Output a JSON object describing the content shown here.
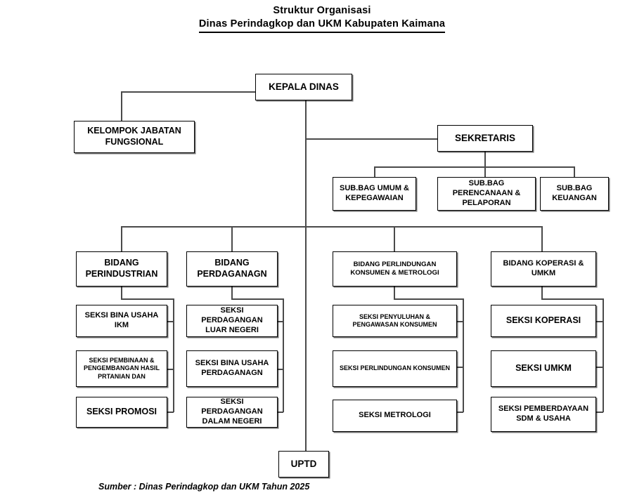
{
  "title": {
    "line1": "Struktur Organisasi",
    "line2": "Dinas Perindagkop dan UKM Kabupaten Kaimana"
  },
  "caption": "Sumber : Dinas Perindagkop dan UKM Tahun 2025",
  "colors": {
    "box_border": "#000000",
    "connector": "#4a4a4a",
    "background": "#ffffff",
    "text": "#000000"
  },
  "nodes": {
    "kepala_dinas": "KEPALA DINAS",
    "kelompok_jabatan": "KELOMPOK JABATAN FUNGSIONAL",
    "sekretaris": "SEKRETARIS",
    "subbag_umum": "SUB.BAG UMUM & KEPEGAWAIAN",
    "subbag_perencanaan": "SUB.BAG PERENCANAAN & PELAPORAN",
    "subbag_keuangan": "SUB.BAG KEUANGAN",
    "bidang_perindustrian": "BIDANG PERINDUSTRIAN",
    "bidang_perdaganagn": "BIDANG PERDAGANAGN",
    "bidang_perlindungan": "BIDANG PERLINDUNGAN KONSUMEN & METROLOGI",
    "bidang_koperasi": "BIDANG KOPERASI & UMKM",
    "seksi_bina_usaha_ikm": "SEKSI BINA USAHA IKM",
    "seksi_pembinaan": "SEKSI PEMBINAAN & PENGEMBANGAN HASIL PRTANIAN DAN",
    "seksi_promosi": "SEKSI PROMOSI",
    "seksi_perdagangan_luar": "SEKSI PERDAGANGAN LUAR NEGERI",
    "seksi_bina_usaha_perdaganagn": "SEKSI BINA USAHA PERDAGANAGN",
    "seksi_perdagangan_dalam": "SEKSI PERDAGANGAN DALAM NEGERI",
    "seksi_penyuluhan": "SEKSI PENYULUHAN & PENGAWASAN KONSUMEN",
    "seksi_perlindungan_konsumen": "SEKSI PERLINDUNGAN KONSUMEN",
    "seksi_metrologi": "SEKSI  METROLOGI",
    "seksi_koperasi": "SEKSI KOPERASI",
    "seksi_umkm": "SEKSI UMKM",
    "seksi_pemberdayaan": "SEKSI PEMBERDAYAAN SDM & USAHA",
    "uptd": "UPTD"
  },
  "hierarchy": {
    "root": "KEPALA DINAS",
    "staff": [
      "KELOMPOK JABATAN FUNGSIONAL"
    ],
    "children": [
      {
        "label": "SEKRETARIS",
        "children": [
          "SUB.BAG UMUM & KEPEGAWAIAN",
          "SUB.BAG PERENCANAAN & PELAPORAN",
          "SUB.BAG KEUANGAN"
        ]
      },
      {
        "label": "BIDANG PERINDUSTRIAN",
        "children": [
          "SEKSI BINA USAHA IKM",
          "SEKSI PEMBINAAN & PENGEMBANGAN HASIL PRTANIAN DAN",
          "SEKSI PROMOSI"
        ]
      },
      {
        "label": "BIDANG PERDAGANAGN",
        "children": [
          "SEKSI PERDAGANGAN LUAR NEGERI",
          "SEKSI BINA USAHA PERDAGANAGN",
          "SEKSI PERDAGANGAN DALAM NEGERI"
        ]
      },
      {
        "label": "BIDANG PERLINDUNGAN KONSUMEN & METROLOGI",
        "children": [
          "SEKSI PENYULUHAN & PENGAWASAN KONSUMEN",
          "SEKSI PERLINDUNGAN KONSUMEN",
          "SEKSI  METROLOGI"
        ]
      },
      {
        "label": "BIDANG KOPERASI & UMKM",
        "children": [
          "SEKSI KOPERASI",
          "SEKSI UMKM",
          "SEKSI PEMBERDAYAAN SDM & USAHA"
        ]
      },
      {
        "label": "UPTD",
        "children": []
      }
    ]
  }
}
